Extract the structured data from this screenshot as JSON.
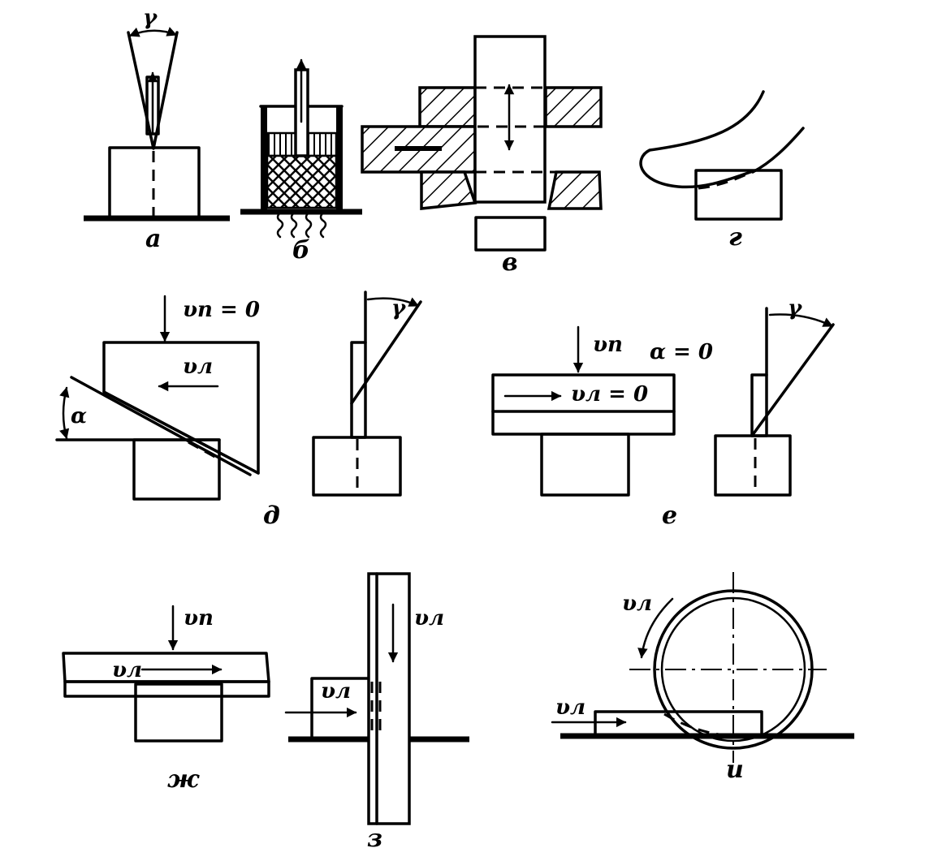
{
  "labels": {
    "a": "а",
    "b": "б",
    "v": "в",
    "g": "г",
    "d": "д",
    "e": "е",
    "zh": "ж",
    "z": "з",
    "i": "и"
  },
  "annotations": {
    "gamma_a": "γ",
    "gamma_d": "γ",
    "gamma_e": "γ",
    "alpha_d": "α",
    "alpha_e": "α = 0",
    "v_n_zero": "υп = 0",
    "v_l_d": "υл",
    "v_n_e": "υп",
    "v_l_zero": "υл = 0",
    "v_n_zh": "υп",
    "v_l_zh": "υл",
    "v_l_z_vertical": "υл",
    "v_l_z_horizontal": "υл",
    "v_l_i_arc": "υл",
    "v_l_i_horizontal": "υл"
  }
}
